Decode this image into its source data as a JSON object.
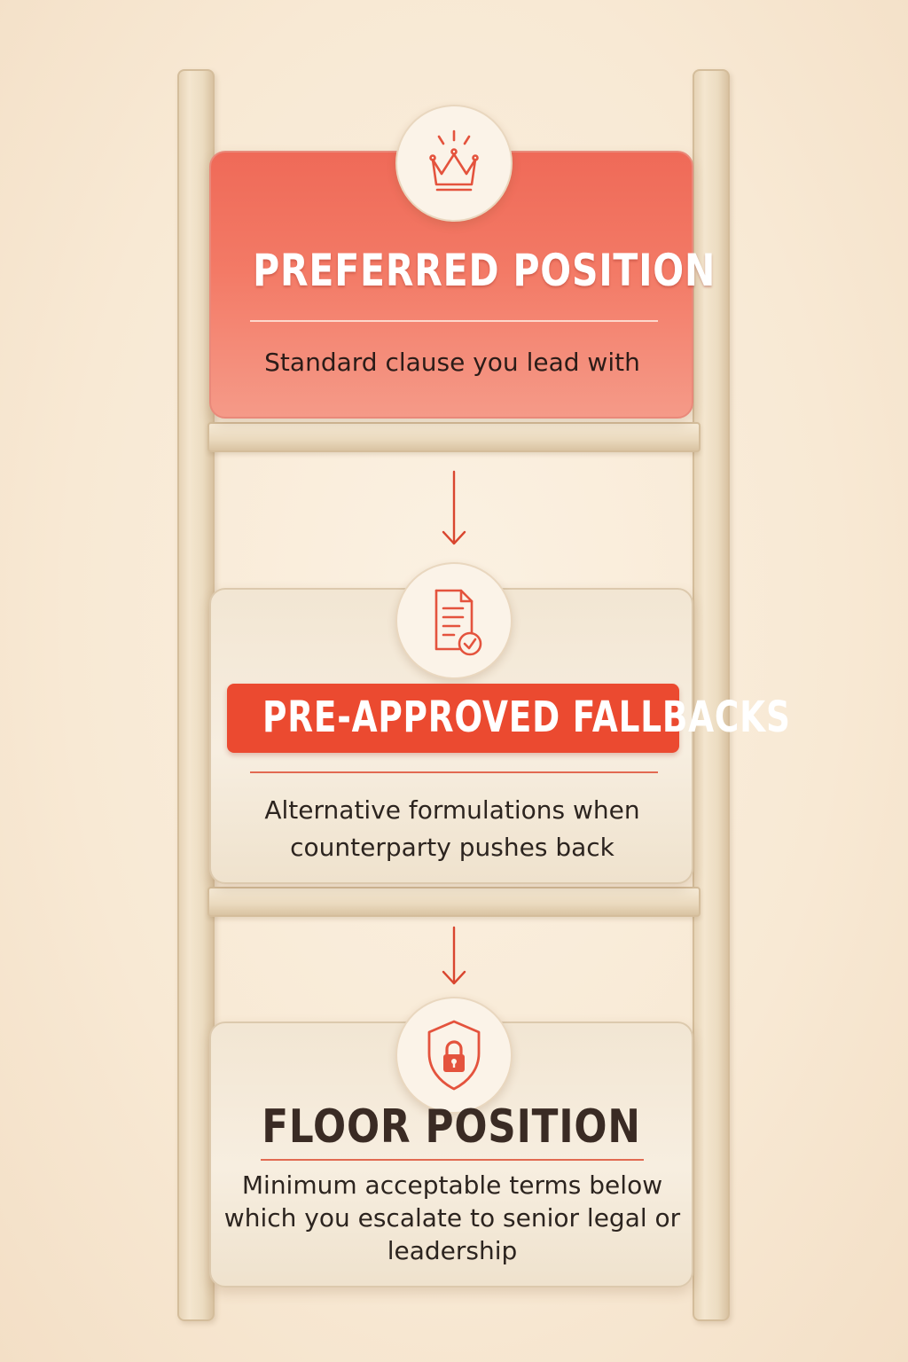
{
  "colors": {
    "accent": "#eb4a30",
    "primary_card": "#f37a66",
    "neutral_card": "#f4e9d8",
    "ladder": "#ecdcc1",
    "dark_text": "#3a2b24"
  },
  "steps": [
    {
      "icon": "crown-icon",
      "title": "PREFERRED POSITION",
      "description": "Standard clause you lead with"
    },
    {
      "icon": "document-check-icon",
      "title": "PRE-APPROVED FALLBACKS",
      "description": "Alternative formulations when counterparty pushes back"
    },
    {
      "icon": "shield-lock-icon",
      "title": "FLOOR POSITION",
      "description": "Minimum acceptable terms below which you escalate to senior legal or leadership"
    }
  ]
}
